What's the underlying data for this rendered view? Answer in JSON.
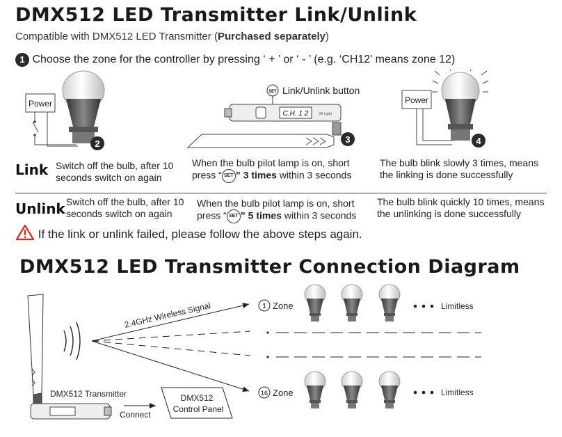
{
  "header": {
    "title": "DMX512 LED Transmitter Link/Unlink",
    "subtitle_prefix": "Compatible with DMX512 LED Transmitter (",
    "subtitle_bold": "Purchased separately",
    "subtitle_suffix": ")",
    "step1_number": "1",
    "step1_text": "Choose the zone for the controller by pressing ‘ + ’ or ‘ - ’  (e.g. ‘CH12’ means zone 12)"
  },
  "illustrations": {
    "power_label_left": "Power",
    "power_label_right": "Power",
    "step2": "2",
    "step3": "3",
    "step4": "4",
    "set_button_icon": "SET",
    "link_unlink_button": "Link/Unlink button",
    "display_text": "C.H. 1 2",
    "brand_text": "Mi·Light"
  },
  "link": {
    "label": "Link",
    "col1": "Switch off the bulb, after 10 seconds switch on again",
    "col2_a": "When the bulb pilot lamp is on, short",
    "col2_b_prefix": "press “",
    "col2_b_bold": "” 3 times",
    "col2_b_suffix": " within 3 seconds",
    "col3": "The bulb blink slowly 3 times, means the linking is done successfully"
  },
  "unlink": {
    "label": "Unlink",
    "col1": "Switch off the bulb, after 10 seconds switch on again",
    "col2_a": "When the bulb pilot lamp is on, short",
    "col2_b_prefix": "press “",
    "col2_b_bold": "” 5 times",
    "col2_b_suffix": " within 3 seconds",
    "col3": "The bulb blink quickly 10 times, means the unlinking is done successfully"
  },
  "warning": {
    "icon": "warning-triangle-icon",
    "text": "If the link or unlink failed, please follow the above steps again."
  },
  "diagram": {
    "title": "DMX512 LED Transmitter Connection Diagram",
    "signal_label": "2.4GHz Wireless Signal",
    "zone1_num": "1",
    "zone1_label": "Zone",
    "zone16_num": "16",
    "zone16_label": "Zone",
    "limitless_1": "Limitless",
    "limitless_2": "Limitless",
    "transmitter_label": "DMX512 Transmitter",
    "connect_label": "Connect",
    "panel_line1": "DMX512",
    "panel_line2": "Control Panel"
  }
}
